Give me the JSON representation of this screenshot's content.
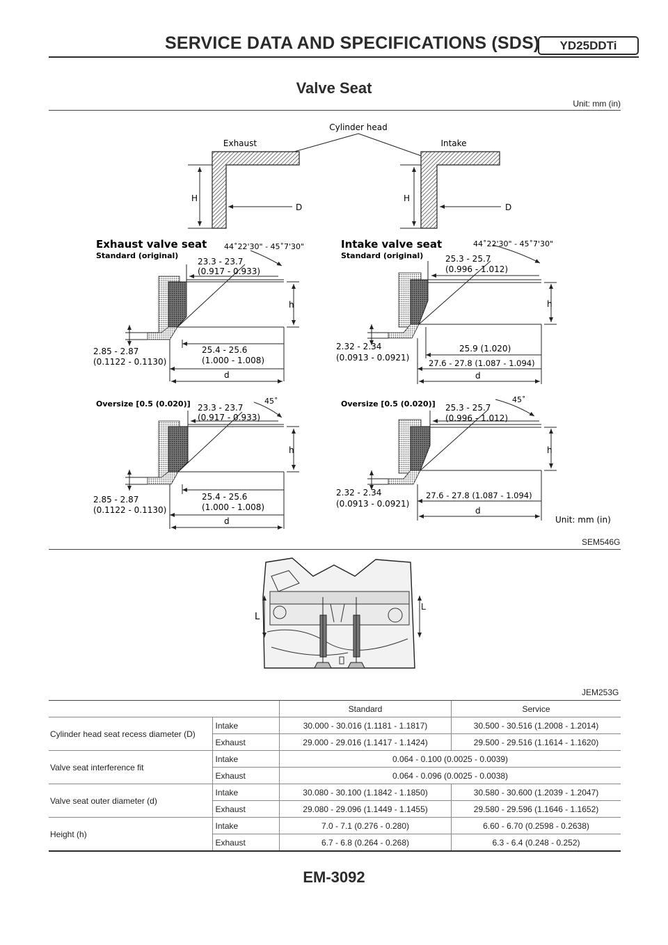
{
  "header": {
    "title": "SERVICE DATA AND SPECIFICATIONS (SDS)",
    "badge": "YD25DDTi"
  },
  "section": {
    "title": "Valve Seat",
    "unit": "Unit: mm (in)"
  },
  "figure1": {
    "code": "SEM546G",
    "top": {
      "cylinder_head": "Cylinder head",
      "exhaust": "Exhaust",
      "intake": "Intake",
      "H": "H",
      "D": "D"
    },
    "exhaust_title": "Exhaust valve seat",
    "intake_title": "Intake valve seat",
    "standard_label": "Standard (original)",
    "oversize_label": "Oversize [0.5 (0.020)]",
    "angle_std": "44˚22'30\" - 45˚7'30\"",
    "angle_over": "45˚",
    "h": "h",
    "d": "d",
    "exhaust": {
      "top_dim": "23.3 - 23.7",
      "top_dim_in": "(0.917 - 0.933)",
      "depth": "2.85 - 2.87",
      "depth_in": "(0.1122 - 0.1130)",
      "inner": "25.4 - 25.6",
      "inner_in": "(1.000 - 1.008)"
    },
    "intake": {
      "top_dim": "25.3 - 25.7",
      "top_dim_in": "(0.996 - 1.012)",
      "depth": "2.32 - 2.34",
      "depth_in": "(0.0913 - 0.0921)",
      "inner_std": "25.9 (1.020)",
      "outer": "27.6 - 27.8 (1.087 - 1.094)"
    },
    "unit": "Unit: mm (in)"
  },
  "figure2": {
    "code": "JEM253G",
    "L": "L"
  },
  "table": {
    "headers": [
      "Standard",
      "Service"
    ],
    "rows": [
      {
        "label": "Cylinder head seat recess diameter (D)",
        "sub": [
          {
            "type": "Intake",
            "standard": "30.000 - 30.016 (1.1181 - 1.1817)",
            "service": "30.500 - 30.516 (1.2008 - 1.2014)"
          },
          {
            "type": "Exhaust",
            "standard": "29.000 - 29.016 (1.1417 - 1.1424)",
            "service": "29.500 - 29.516 (1.1614 - 1.1620)"
          }
        ]
      },
      {
        "label": "Valve seat interference fit",
        "sub": [
          {
            "type": "Intake",
            "merged": "0.064 - 0.100 (0.0025 - 0.0039)"
          },
          {
            "type": "Exhaust",
            "merged": "0.064 - 0.096 (0.0025 - 0.0038)"
          }
        ]
      },
      {
        "label": "Valve seat outer diameter (d)",
        "sub": [
          {
            "type": "Intake",
            "standard": "30.080 - 30.100 (1.1842 - 1.1850)",
            "service": "30.580 - 30.600 (1.2039 - 1.2047)"
          },
          {
            "type": "Exhaust",
            "standard": "29.080 - 29.096 (1.1449 - 1.1455)",
            "service": "29.580 - 29.596 (1.1646 - 1.1652)"
          }
        ]
      },
      {
        "label": "Height (h)",
        "sub": [
          {
            "type": "Intake",
            "standard": "7.0 - 7.1 (0.276 - 0.280)",
            "service": "6.60 - 6.70 (0.2598 - 0.2638)"
          },
          {
            "type": "Exhaust",
            "standard": "6.7 - 6.8 (0.264 - 0.268)",
            "service": "6.3 - 6.4 (0.248 - 0.252)"
          }
        ]
      }
    ]
  },
  "footer": {
    "page_number": "EM-3092"
  }
}
